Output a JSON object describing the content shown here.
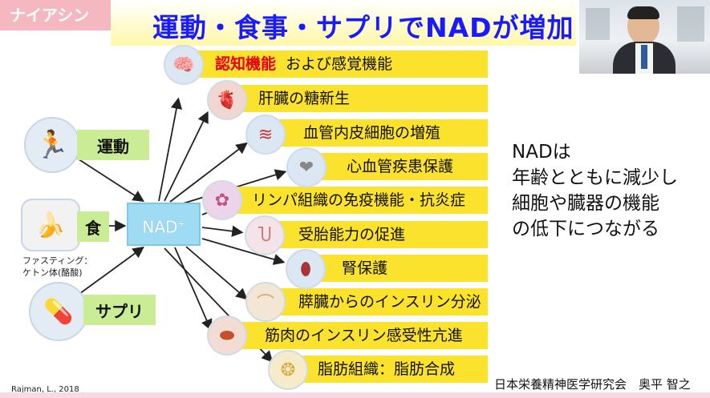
{
  "tag": "ナイアシン",
  "title": "運動・食事・サプリでNADが増加",
  "inputs": [
    {
      "label": "運動",
      "icon": "jump-rope-person-icon"
    },
    {
      "label": "食",
      "icon": "food-icon"
    },
    {
      "label": "サプリ",
      "icon": "supplement-pills-icon"
    }
  ],
  "fasting_note": [
    "ファスティング：",
    "ケトン体(酪酸)"
  ],
  "hub": {
    "label": "NAD",
    "superscript": "+"
  },
  "effects": [
    {
      "highlight": "認知機能",
      "text": "および感覚機能",
      "icon": "brain-icon"
    },
    {
      "highlight": "",
      "text": "肝臓の糖新生",
      "icon": "liver-icon"
    },
    {
      "highlight": "",
      "text": "血管内皮細胞の増殖",
      "icon": "blood-vessel-icon"
    },
    {
      "highlight": "",
      "text": "心血管疾患保護",
      "icon": "heart-icon"
    },
    {
      "highlight": "",
      "text": "リンパ組織の免疫機能・抗炎症",
      "icon": "lymph-node-icon"
    },
    {
      "highlight": "",
      "text": "受胎能力の促進",
      "icon": "uterus-icon"
    },
    {
      "highlight": "",
      "text": "腎保護",
      "icon": "kidney-icon"
    },
    {
      "highlight": "",
      "text": "膵臓からのインスリン分泌",
      "icon": "pancreas-icon"
    },
    {
      "highlight": "",
      "text": "筋肉のインスリン感受性亢進",
      "icon": "muscle-icon"
    },
    {
      "highlight": "",
      "text": "脂肪組織：脂肪合成",
      "icon": "fat-cells-icon"
    }
  ],
  "note": [
    "NADは",
    "年齢とともに減少し",
    "細胞や臓器の機能",
    "の低下につながる"
  ],
  "citation": "Rajman, L., 2018",
  "affiliation": "日本栄養精神医学研究会　奥平 智之",
  "colors": {
    "title": "#1a1aff",
    "bar": "#fbe22c",
    "highlight": "#e60012",
    "green": "#c9ec94",
    "hub": "#9fdcf4",
    "tag": "#f6b8c0"
  }
}
